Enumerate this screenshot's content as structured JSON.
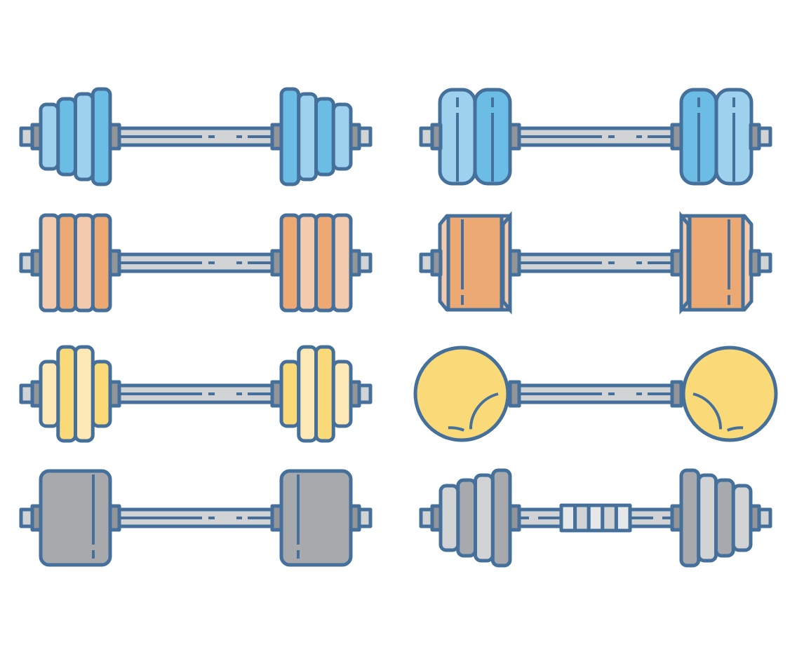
{
  "colors": {
    "outline": "#44709b",
    "bar": "#d1d3d4",
    "collar": "#939598",
    "blue_dark": "#6bbde6",
    "blue_light": "#9dd1ed",
    "orange_dark": "#eca974",
    "orange_light": "#f3caae",
    "yellow_dark": "#f9d978",
    "yellow_light": "#fbe8b5",
    "grey_dark": "#a7a9ac",
    "grey_light": "#d1d3d4",
    "grip_light": "#e6e7e8",
    "background": "#ffffff"
  },
  "barbells": [
    {
      "id": "blue-stepped-plates",
      "style": "stepped",
      "palette": "blue"
    },
    {
      "id": "blue-bumper-plates",
      "style": "bumper",
      "palette": "blue"
    },
    {
      "id": "orange-equal-plates",
      "style": "equal",
      "palette": "orange"
    },
    {
      "id": "orange-hex-plates",
      "style": "hex",
      "palette": "orange"
    },
    {
      "id": "yellow-mixed-plates",
      "style": "mixed",
      "palette": "yellow"
    },
    {
      "id": "yellow-ball-weights",
      "style": "ball",
      "palette": "yellow"
    },
    {
      "id": "grey-block-plates",
      "style": "block",
      "palette": "grey"
    },
    {
      "id": "grey-stepped-plates-grip",
      "style": "stepped-grip",
      "palette": "grey"
    }
  ]
}
